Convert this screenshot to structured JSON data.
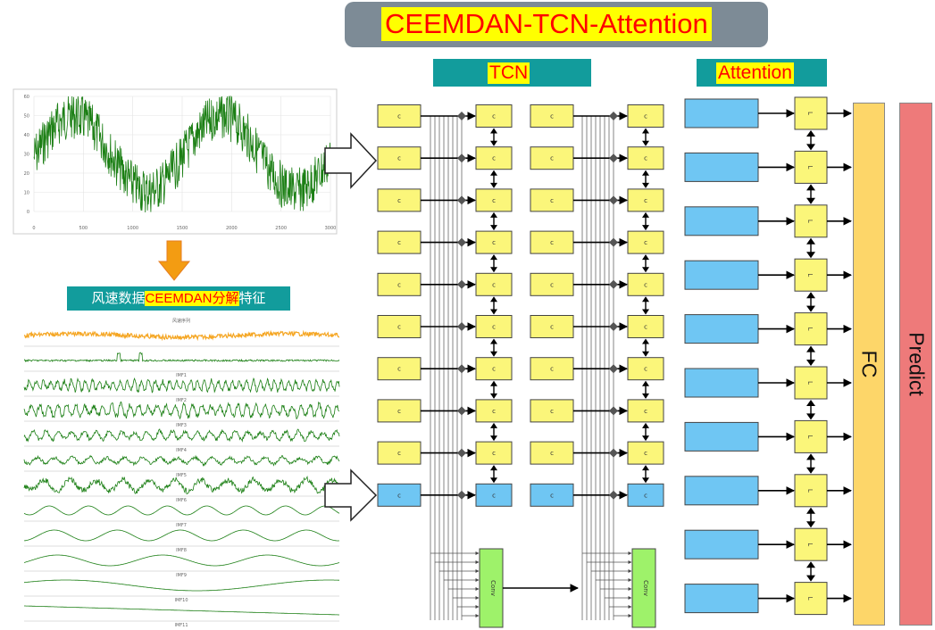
{
  "title": "CEEMDAN-TCN-Attention",
  "sections": {
    "tcn_label": "TCN",
    "attention_label": "Attention",
    "fc_label": "FC",
    "predict_label": "Predict"
  },
  "decomposition_caption": {
    "prefix": "风速数据",
    "highlight": "CEEMDAN分解",
    "suffix": "特征"
  },
  "cells": {
    "tcn_cell_label": "c",
    "lstm_cell_label": "L",
    "conv_label": "Conv"
  },
  "wind_chart": {
    "y_ticks": [
      "60",
      "50",
      "40",
      "30",
      "20",
      "10",
      "0"
    ],
    "x_ticks": [
      "0",
      "500",
      "1000",
      "1500",
      "2000",
      "2500",
      "3000"
    ]
  },
  "imf_panels": {
    "top_title": "风速序列",
    "panel_labels": [
      "IMF1",
      "IMF2",
      "IMF3",
      "IMF4",
      "IMF5",
      "IMF6",
      "IMF7",
      "IMF8",
      "IMF9",
      "IMF10",
      "IMF11"
    ]
  },
  "colors": {
    "title_banner": "#7d8b96",
    "title_highlight": "#ffff00",
    "title_text": "#ff0000",
    "section_banner": "#129c9c",
    "tcn_cell": "#fbf67a",
    "input_cell_highlight": "#6fc6f3",
    "attention_block": "#6fc6f3",
    "conv_block": "#9ef26a",
    "fc_bar": "#fdd669",
    "predict_bar": "#ee7a7a",
    "signal": "#1b7f14",
    "top_signal": "#f5a623",
    "arrow_orange": "#f39c12"
  }
}
